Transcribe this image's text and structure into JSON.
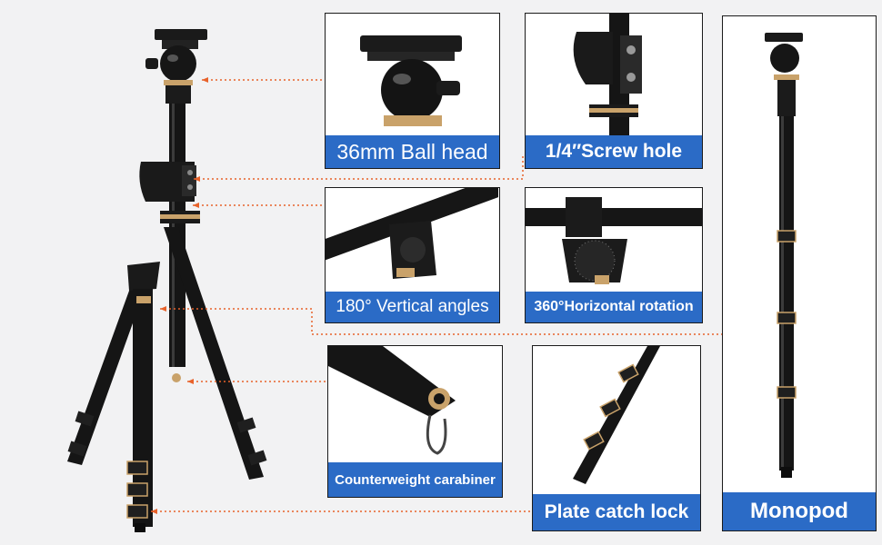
{
  "product": "travel tripod",
  "colors": {
    "label_blue": "#2b6bc6",
    "leader_orange": "#e8622a",
    "metal_black": "#151515",
    "brass": "#c9a26a",
    "background": "#f2f2f3"
  },
  "features": {
    "ball_head": "36mm Ball head",
    "screw_hole": "1/4″Screw hole",
    "vertical_angles": "180° Vertical angles",
    "horizontal_rotation": "360°Horizontal rotation",
    "counterweight": "Counterweight carabiner",
    "plate_lock": "Plate catch lock",
    "monopod": "Monopod"
  }
}
